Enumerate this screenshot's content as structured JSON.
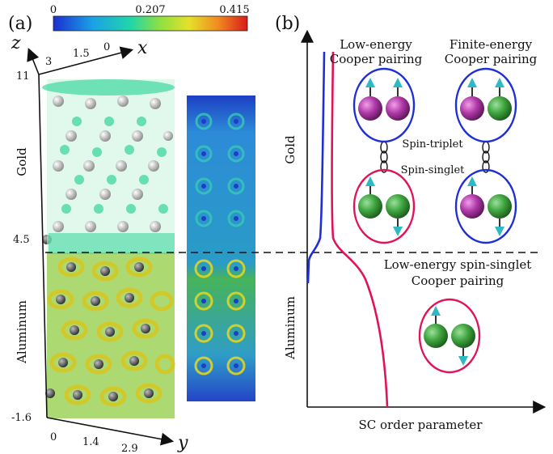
{
  "panel_a": {
    "label": "(a)",
    "colorbar": {
      "min": "0",
      "mid": "0.207",
      "max": "0.415"
    },
    "axes": {
      "x": {
        "name": "x",
        "ticks": [
          "3",
          "1.5",
          "0"
        ]
      },
      "y": {
        "name": "y",
        "ticks": [
          "0",
          "1.4",
          "2.9"
        ]
      },
      "z": {
        "name": "z",
        "ticks": [
          "11",
          "4.5",
          "-1.6"
        ]
      }
    },
    "regions": {
      "top": "Gold",
      "bottom": "Aluminum"
    }
  },
  "panel_b": {
    "label": "(b)",
    "xlabel": "SC order parameter",
    "regions": {
      "top": "Gold",
      "bottom": "Aluminum"
    },
    "annotations": {
      "low_energy_cooper_1": "Low-energy",
      "low_energy_cooper_2": "Cooper pairing",
      "finite_energy_cooper_1": "Finite-energy",
      "finite_energy_cooper_2": "Cooper pairing",
      "spin_triplet": "Spin-triplet",
      "spin_singlet": "Spin-singlet",
      "low_energy_singlet_1": "Low-energy spin-singlet",
      "low_energy_singlet_2": "Cooper pairing"
    },
    "colors": {
      "blue_curve": "#1f2fd6",
      "red_curve": "#e0135a",
      "green_sphere": "#3fa53f",
      "magenta_sphere": "#b03aa8",
      "arrow": "#2fb9c4"
    }
  }
}
